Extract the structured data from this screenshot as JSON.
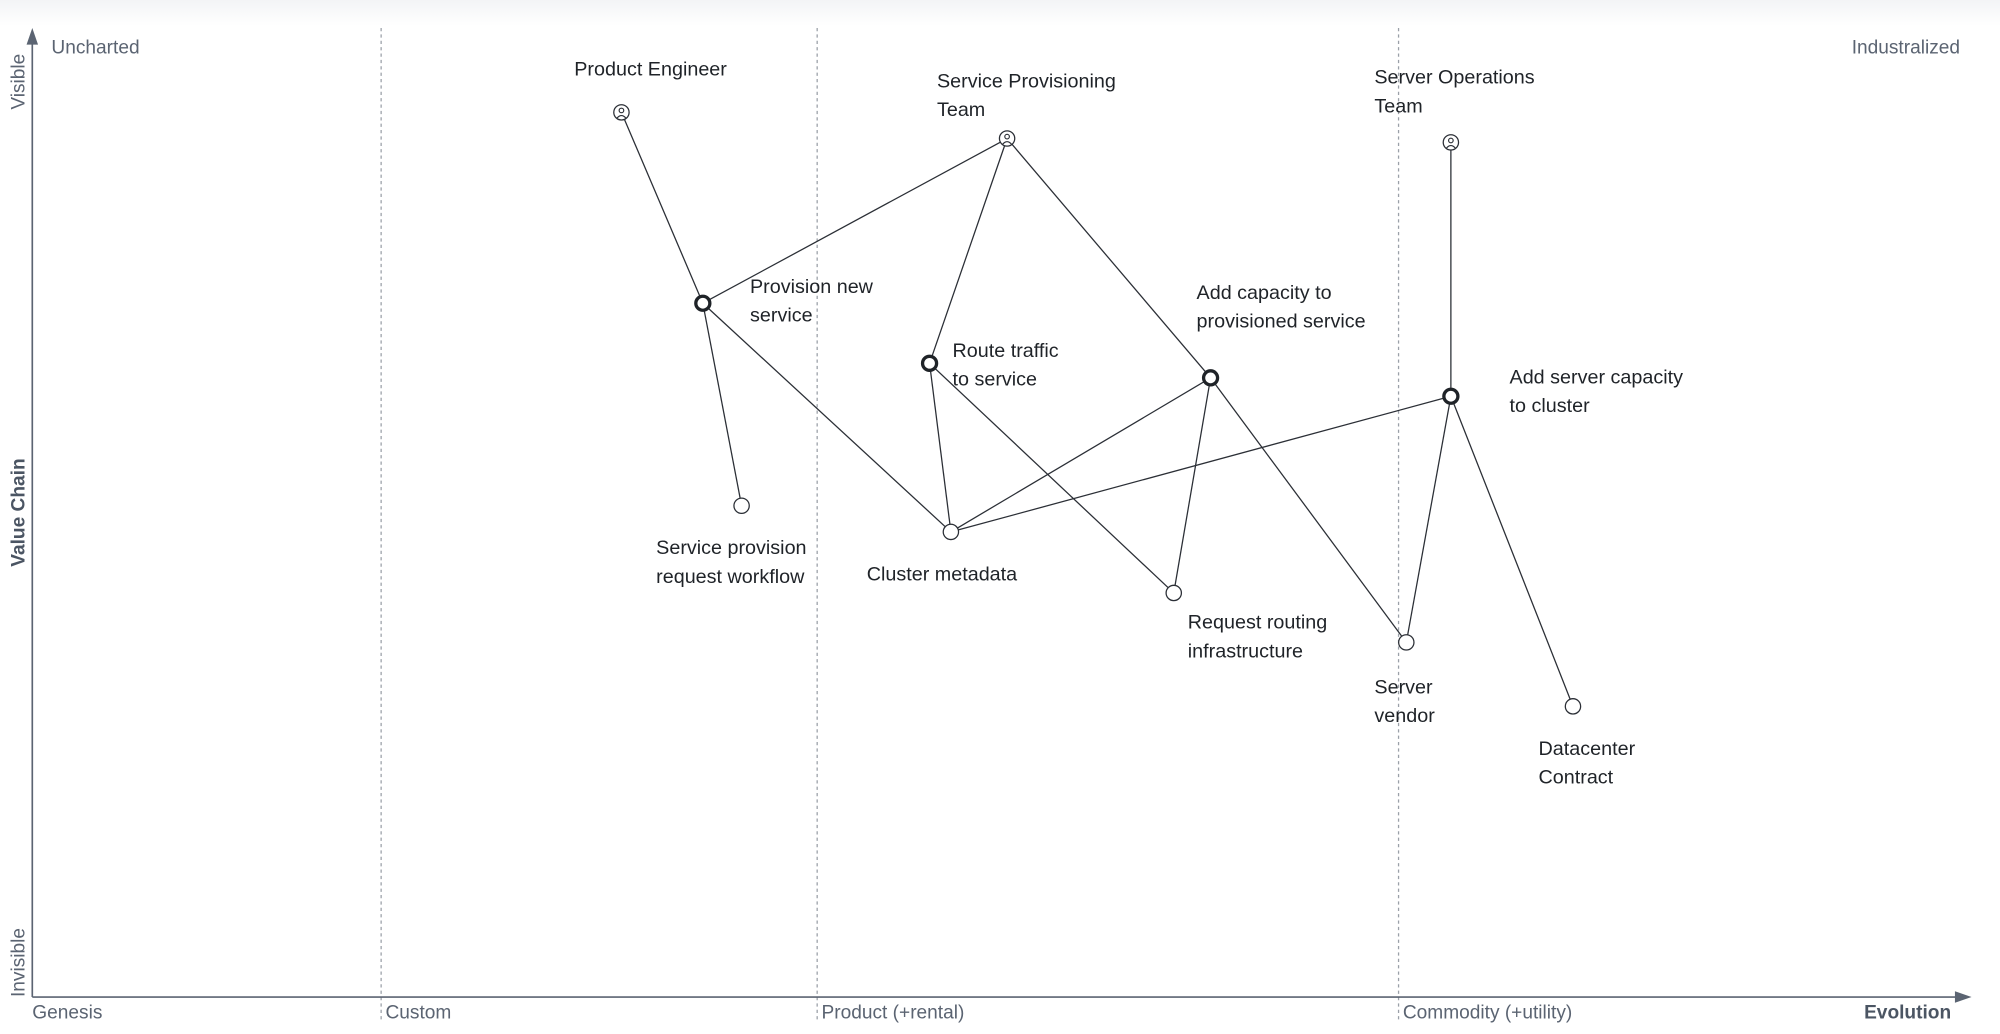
{
  "map": {
    "y_axis": {
      "top_label": "Visible",
      "middle_label": "Value Chain",
      "bottom_label": "Invisible"
    },
    "x_axis": {
      "stages": [
        "Genesis",
        "Custom",
        "Product (+rental)",
        "Commodity (+utility)"
      ],
      "stage_boundaries": [
        0.18,
        0.405,
        0.705
      ],
      "end_label": "Evolution"
    },
    "corner_labels": {
      "top_left": "Uncharted",
      "top_right": "Industralized"
    },
    "colors": {
      "axis": "#5b6472",
      "line": "#2b2f36",
      "grid": "#9aa0a8"
    }
  },
  "chart_data": {
    "type": "wardley-map",
    "components": [
      {
        "id": "pe",
        "kind": "user",
        "lines": [
          "Product Engineer"
        ],
        "evolution": 0.304,
        "visibility": 0.913
      },
      {
        "id": "spt",
        "kind": "user",
        "lines": [
          "Service Provisioning",
          "Team"
        ],
        "evolution": 0.503,
        "visibility": 0.886
      },
      {
        "id": "sot",
        "kind": "user",
        "lines": [
          "Server Operations",
          "Team"
        ],
        "evolution": 0.732,
        "visibility": 0.882
      },
      {
        "id": "pns",
        "kind": "need",
        "lines": [
          "Provision new",
          "service"
        ],
        "evolution": 0.346,
        "visibility": 0.716
      },
      {
        "id": "rts",
        "kind": "need",
        "lines": [
          "Route traffic",
          "to service"
        ],
        "evolution": 0.463,
        "visibility": 0.654
      },
      {
        "id": "acps",
        "kind": "need",
        "lines": [
          "Add capacity to",
          "provisioned service"
        ],
        "evolution": 0.608,
        "visibility": 0.639
      },
      {
        "id": "ascc",
        "kind": "need",
        "lines": [
          "Add server capacity",
          "to cluster"
        ],
        "evolution": 0.732,
        "visibility": 0.62
      },
      {
        "id": "sprw",
        "kind": "component",
        "lines": [
          "Service provision",
          "request workflow"
        ],
        "evolution": 0.366,
        "visibility": 0.507
      },
      {
        "id": "cm",
        "kind": "component",
        "lines": [
          "Cluster metadata"
        ],
        "evolution": 0.474,
        "visibility": 0.48
      },
      {
        "id": "rri",
        "kind": "component",
        "lines": [
          "Request routing",
          "infrastructure"
        ],
        "evolution": 0.589,
        "visibility": 0.417
      },
      {
        "id": "sv",
        "kind": "component",
        "lines": [
          "Server",
          "vendor"
        ],
        "evolution": 0.709,
        "visibility": 0.366
      },
      {
        "id": "dc",
        "kind": "component",
        "lines": [
          "Datacenter",
          "Contract"
        ],
        "evolution": 0.795,
        "visibility": 0.3
      }
    ],
    "links": [
      [
        "pe",
        "pns"
      ],
      [
        "spt",
        "pns"
      ],
      [
        "spt",
        "rts"
      ],
      [
        "spt",
        "acps"
      ],
      [
        "sot",
        "ascc"
      ],
      [
        "pns",
        "sprw"
      ],
      [
        "pns",
        "cm"
      ],
      [
        "rts",
        "cm"
      ],
      [
        "rts",
        "rri"
      ],
      [
        "acps",
        "cm"
      ],
      [
        "acps",
        "rri"
      ],
      [
        "acps",
        "sv"
      ],
      [
        "ascc",
        "cm"
      ],
      [
        "ascc",
        "sv"
      ],
      [
        "ascc",
        "dc"
      ]
    ]
  }
}
